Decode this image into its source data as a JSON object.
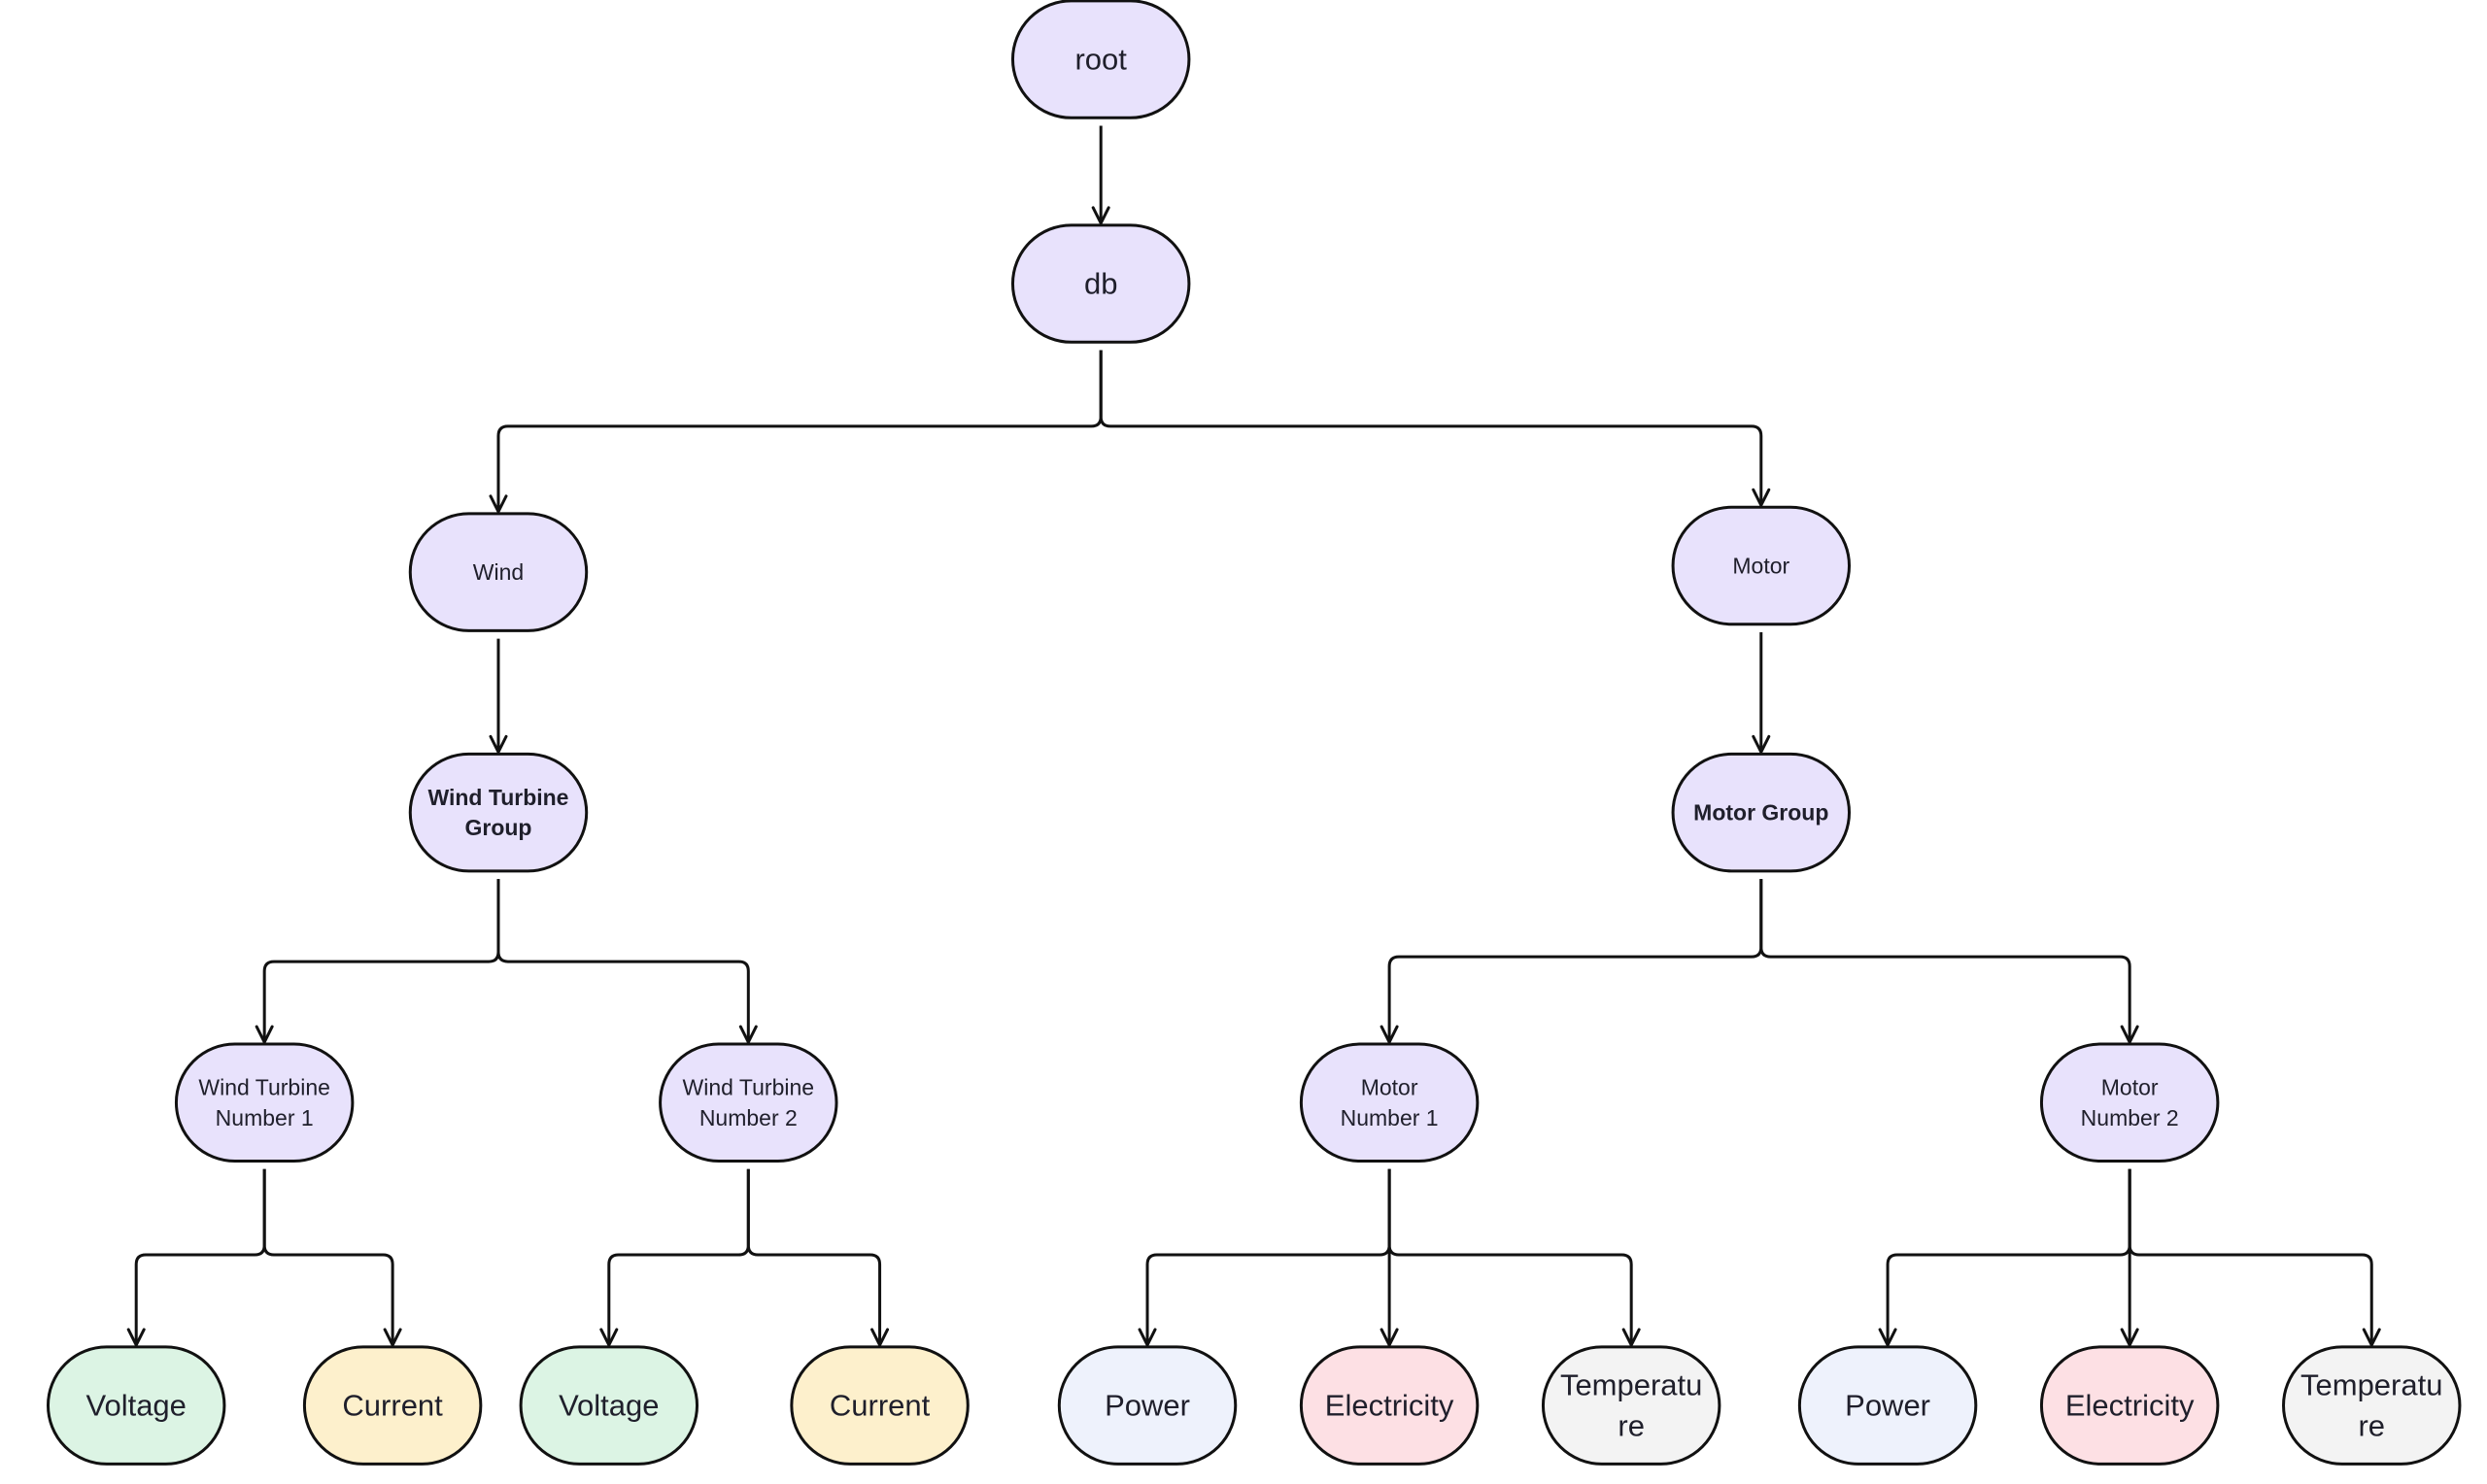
{
  "colors": {
    "purple": "#e8e2fc",
    "green": "#dcf4e4",
    "yellow": "#fdf0cc",
    "blue": "#eef2fc",
    "pink": "#fde0e4",
    "gray": "#f3f3f3",
    "stroke": "#111111"
  },
  "nodes": [
    {
      "id": "root",
      "lines": [
        "root"
      ],
      "color": "purple",
      "bold": false
    },
    {
      "id": "db",
      "lines": [
        "db"
      ],
      "color": "purple",
      "bold": false
    },
    {
      "id": "wind",
      "lines": [
        "Wind"
      ],
      "color": "purple",
      "bold": false
    },
    {
      "id": "motor",
      "lines": [
        "Motor"
      ],
      "color": "purple",
      "bold": false
    },
    {
      "id": "wind-turbine-group",
      "lines": [
        "Wind Turbine",
        "Group"
      ],
      "color": "purple",
      "bold": true
    },
    {
      "id": "motor-group",
      "lines": [
        "Motor Group"
      ],
      "color": "purple",
      "bold": true
    },
    {
      "id": "wind-turbine-number-1",
      "lines": [
        "Wind Turbine",
        "Number 1"
      ],
      "color": "purple",
      "bold": false
    },
    {
      "id": "wind-turbine-number-2",
      "lines": [
        "Wind Turbine",
        "Number 2"
      ],
      "color": "purple",
      "bold": false
    },
    {
      "id": "motor-number-1",
      "lines": [
        "Motor",
        "Number  1"
      ],
      "color": "purple",
      "bold": false
    },
    {
      "id": "motor-number-2",
      "lines": [
        "Motor",
        "Number  2"
      ],
      "color": "purple",
      "bold": false
    },
    {
      "id": "wt1-voltage",
      "lines": [
        "Voltage"
      ],
      "color": "green",
      "bold": false
    },
    {
      "id": "wt1-current",
      "lines": [
        "Current"
      ],
      "color": "yellow",
      "bold": false
    },
    {
      "id": "wt2-voltage",
      "lines": [
        "Voltage"
      ],
      "color": "green",
      "bold": false
    },
    {
      "id": "wt2-current",
      "lines": [
        "Current"
      ],
      "color": "yellow",
      "bold": false
    },
    {
      "id": "m1-power",
      "lines": [
        "Power"
      ],
      "color": "blue",
      "bold": false
    },
    {
      "id": "m1-electricity",
      "lines": [
        "Electricity"
      ],
      "color": "pink",
      "bold": false
    },
    {
      "id": "m1-temperature",
      "lines": [
        "Temperatu",
        "re"
      ],
      "color": "gray",
      "bold": false
    },
    {
      "id": "m2-power",
      "lines": [
        "Power"
      ],
      "color": "blue",
      "bold": false
    },
    {
      "id": "m2-electricity",
      "lines": [
        "Electricity"
      ],
      "color": "pink",
      "bold": false
    },
    {
      "id": "m2-temperature",
      "lines": [
        "Temperatu",
        "re"
      ],
      "color": "gray",
      "bold": false
    }
  ],
  "edges": [
    {
      "from": "root",
      "to": "db"
    },
    {
      "from": "db",
      "to": "wind"
    },
    {
      "from": "db",
      "to": "motor"
    },
    {
      "from": "wind",
      "to": "wind-turbine-group"
    },
    {
      "from": "motor",
      "to": "motor-group"
    },
    {
      "from": "wind-turbine-group",
      "to": "wind-turbine-number-1"
    },
    {
      "from": "wind-turbine-group",
      "to": "wind-turbine-number-2"
    },
    {
      "from": "motor-group",
      "to": "motor-number-1"
    },
    {
      "from": "motor-group",
      "to": "motor-number-2"
    },
    {
      "from": "wind-turbine-number-1",
      "to": "wt1-voltage"
    },
    {
      "from": "wind-turbine-number-1",
      "to": "wt1-current"
    },
    {
      "from": "wind-turbine-number-2",
      "to": "wt2-voltage"
    },
    {
      "from": "wind-turbine-number-2",
      "to": "wt2-current"
    },
    {
      "from": "motor-number-1",
      "to": "m1-power"
    },
    {
      "from": "motor-number-1",
      "to": "m1-electricity"
    },
    {
      "from": "motor-number-1",
      "to": "m1-temperature"
    },
    {
      "from": "motor-number-2",
      "to": "m2-power"
    },
    {
      "from": "motor-number-2",
      "to": "m2-electricity"
    },
    {
      "from": "motor-number-2",
      "to": "m2-temperature"
    }
  ]
}
